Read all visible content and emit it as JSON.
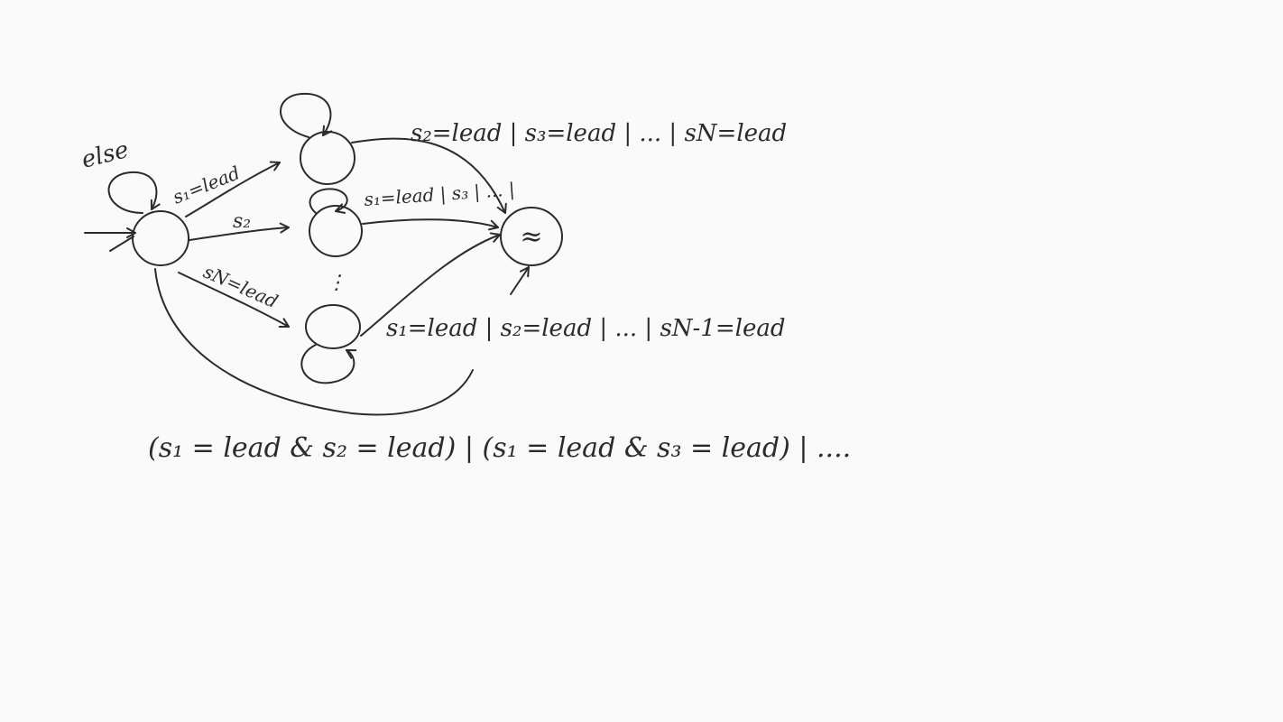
{
  "diagram": {
    "stroke_color": "#2b2b2b",
    "background": "#fafafa",
    "self_loop_label": "else",
    "edge_top_label": "s₂=lead | s₃=lead | ... | sN=lead",
    "edge_mid_label": "s₁=lead | s₃ | ... |",
    "edge_bottom_label": "s₁=lead | s₂=lead | ... | sN-1=lead",
    "start_edges": {
      "s1": "s₁=lead",
      "s2": "s₂",
      "sn": "sN=lead"
    },
    "vertical_dots": "⋮",
    "accept_mark": "≈",
    "formula": "(s₁ = lead & s₂ = lead) | (s₁ = lead & s₃ = lead) | ...."
  }
}
